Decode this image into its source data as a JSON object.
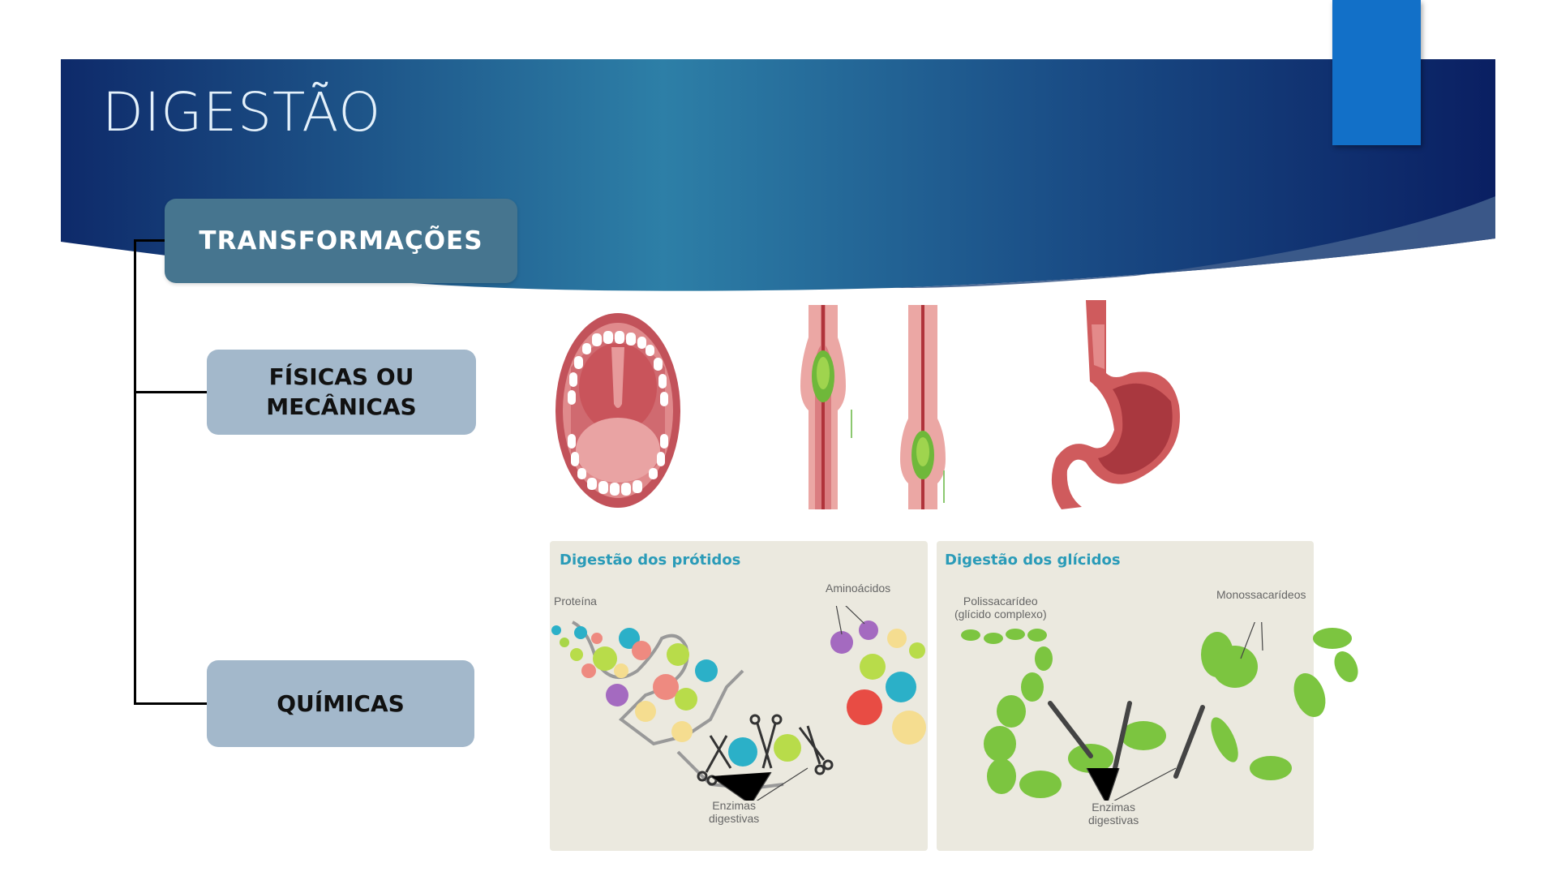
{
  "slide": {
    "title": "DIGESTÃO",
    "colors": {
      "header_dark": "#0c2464",
      "header_mid": "#2c7fa6",
      "accent_tab": "#1270c8",
      "root_node": "#46758f",
      "child_node": "#a3b8cb",
      "panel_bg": "#ebe9df",
      "panel_title": "#2a9bb8",
      "green": "#7cc540"
    }
  },
  "diagram": {
    "root": "TRANSFORMAÇÕES",
    "children": [
      {
        "label": "FÍSICAS OU\nMECÂNICAS"
      },
      {
        "label": "QUÍMICAS"
      }
    ]
  },
  "mechanical_images": [
    {
      "icon": "open-mouth-illustration"
    },
    {
      "icon": "esophagus-peristalsis-illustration"
    },
    {
      "icon": "esophagus-peristalsis-illustration"
    },
    {
      "icon": "stomach-illustration"
    }
  ],
  "chemical_panels": [
    {
      "title": "Digestão dos prótidos",
      "labels": {
        "start": "Proteína",
        "end": "Aminoácidos",
        "enzymes_line1": "Enzimas",
        "enzymes_line2": "digestivas"
      }
    },
    {
      "title": "Digestão dos glícidos",
      "labels": {
        "start_line1": "Polissacarídeo",
        "start_line2": "(glícido complexo)",
        "end": "Monossacarídeos",
        "enzymes_line1": "Enzimas",
        "enzymes_line2": "digestivas"
      }
    }
  ]
}
